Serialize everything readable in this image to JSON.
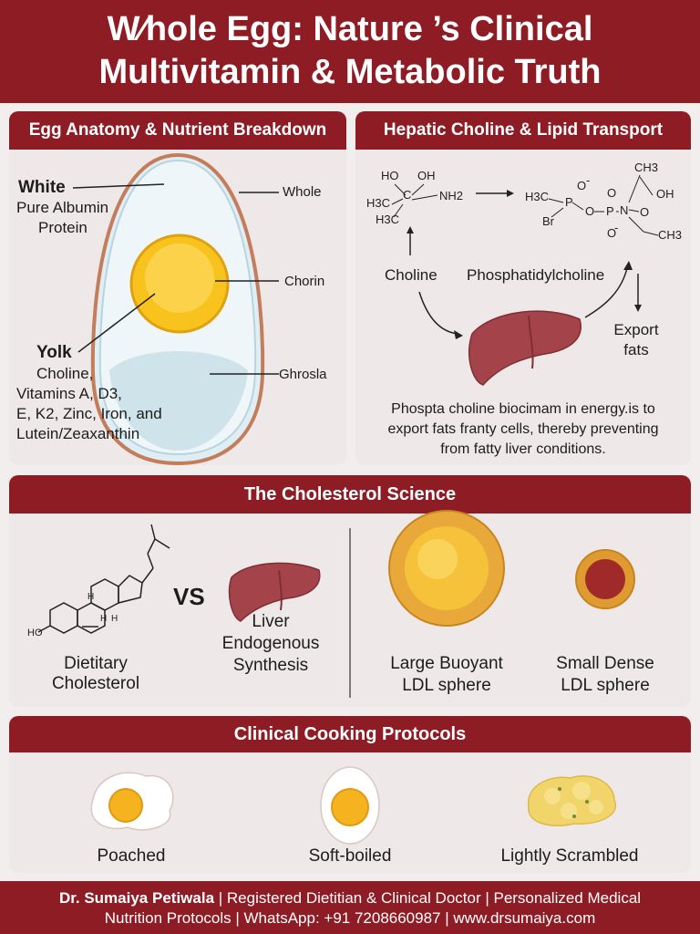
{
  "header": {
    "title_line1": "W⁄hole Egg: Nature ’s Clinical",
    "title_line2": "Multivitamin & Metabolic Truth"
  },
  "anatomy": {
    "title": "Egg Anatomy & Nutrient Breakdown",
    "white_heading": "White",
    "white_desc_1": "Pure Albumin",
    "white_desc_2": "Protein",
    "yolk_heading": "Yolk",
    "yolk_desc_1": "Choline,",
    "yolk_desc_2": "Vitamins A, D3,",
    "yolk_desc_3": "E, K2, Zinc, Iron, and",
    "yolk_desc_4": "Lutein/Zeaxanthin",
    "label_whole": "Whole",
    "label_chorin": "Chorin",
    "label_ghrosla": "Ghrosla"
  },
  "hepatic": {
    "title": "Hepatic Choline & Lipid Transport",
    "choline": "Choline",
    "phosphatidylcholine": "Phosphatidylcholine",
    "export_1": "Export",
    "export_2": "fats",
    "desc_1": "Phospta choline biocimam in energy.is to",
    "desc_2": "export fats franty cells, thereby preventing",
    "desc_3": "from fatty liver conditions."
  },
  "cholesterol": {
    "title": "The Cholesterol Science",
    "vs": "VS",
    "dietary_1": "Dietitary",
    "dietary_2": "Cholesterol",
    "liver_1": "Liver",
    "liver_2": "Endogenous",
    "liver_3": "Synthesis",
    "large_1": "Large Buoyant",
    "large_2": "LDL sphere",
    "small_1": "Small Dense",
    "small_2": "LDL sphere"
  },
  "cooking": {
    "title": "Clinical Cooking Protocols",
    "items": [
      "Poached",
      "Soft-boiled",
      "Lightly Scrambled"
    ]
  },
  "footer": {
    "line1_bold": "Dr. Sumaiya Petiwala",
    "line1_rest": " | Registered Dietitian & Clinical Doctor | Personalized Medical",
    "line2": "Nutrition Protocols | WhatsApp: +91 7208660987 | www.drsumaiya.com"
  },
  "colors": {
    "brand_red": "#8e1c24",
    "yolk": "#f5b41f",
    "liver": "#a4444a"
  }
}
